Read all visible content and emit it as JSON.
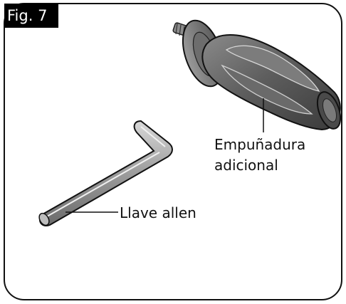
{
  "figure": {
    "label": "Fig. 7"
  },
  "callouts": {
    "grip_line1": "Empuñadura",
    "grip_line2": "adicional",
    "wrench": "Llave allen"
  },
  "items": [
    {
      "name": "auxiliary-handle",
      "icon": "side-handle-illustration"
    },
    {
      "name": "allen-key",
      "icon": "allen-key-illustration"
    }
  ]
}
